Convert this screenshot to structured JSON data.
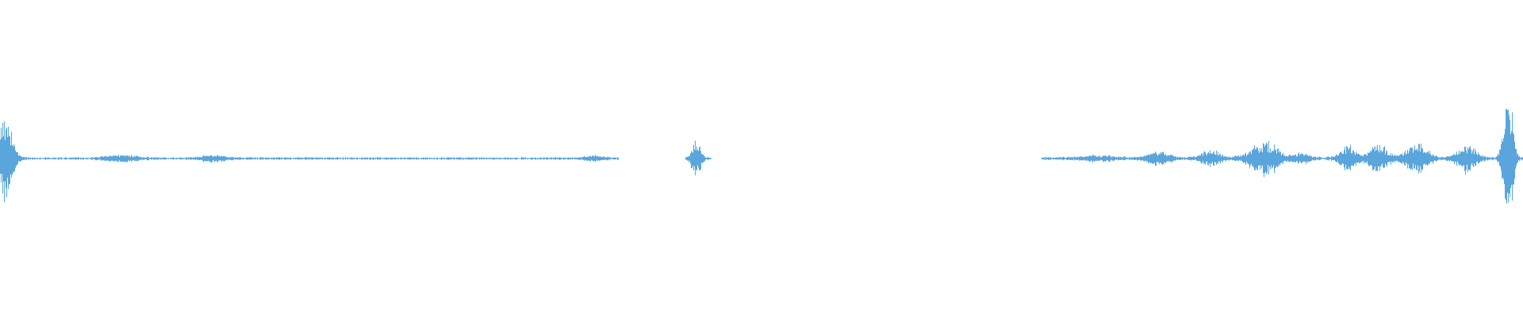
{
  "waveform": {
    "color": "#5aa6dc",
    "background": "#ffffff",
    "segments": [
      {
        "name": "segment-intro",
        "start": 0.0,
        "end": 0.406,
        "bursts": [
          {
            "pos": 0.003,
            "amp": 0.24,
            "width": 0.01
          },
          {
            "pos": 0.08,
            "amp": 0.02,
            "width": 0.02
          },
          {
            "pos": 0.14,
            "amp": 0.02,
            "width": 0.016
          },
          {
            "pos": 0.39,
            "amp": 0.015,
            "width": 0.014
          }
        ],
        "noise": 0.006
      },
      {
        "name": "segment-blip",
        "start": 0.45,
        "end": 0.467,
        "bursts": [
          {
            "pos": 0.457,
            "amp": 0.12,
            "width": 0.006
          }
        ],
        "noise": 0.006
      },
      {
        "name": "segment-outro",
        "start": 0.684,
        "end": 1.0,
        "bursts": [
          {
            "pos": 0.72,
            "amp": 0.015,
            "width": 0.02
          },
          {
            "pos": 0.76,
            "amp": 0.04,
            "width": 0.014
          },
          {
            "pos": 0.795,
            "amp": 0.045,
            "width": 0.012
          },
          {
            "pos": 0.83,
            "amp": 0.1,
            "width": 0.018
          },
          {
            "pos": 0.855,
            "amp": 0.03,
            "width": 0.01
          },
          {
            "pos": 0.885,
            "amp": 0.08,
            "width": 0.01
          },
          {
            "pos": 0.905,
            "amp": 0.08,
            "width": 0.012
          },
          {
            "pos": 0.93,
            "amp": 0.09,
            "width": 0.014
          },
          {
            "pos": 0.963,
            "amp": 0.08,
            "width": 0.012
          },
          {
            "pos": 0.99,
            "amp": 0.45,
            "width": 0.006
          }
        ],
        "noise": 0.008
      }
    ]
  }
}
